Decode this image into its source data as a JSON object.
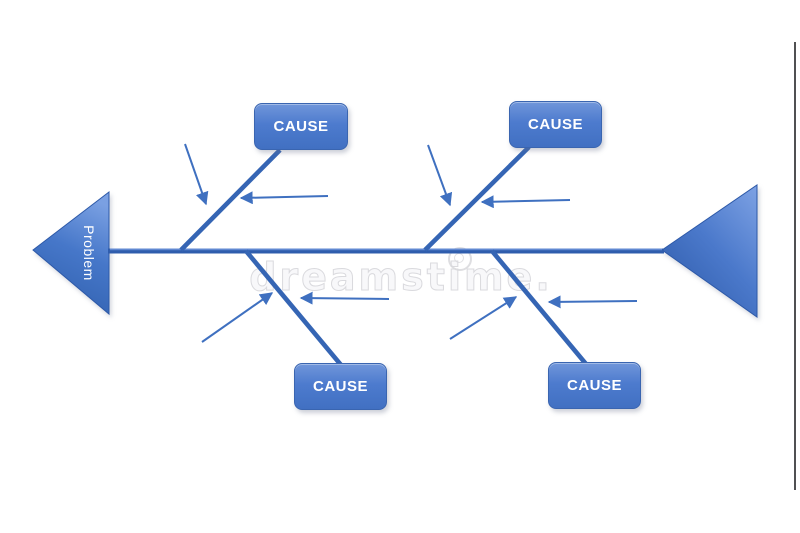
{
  "diagram": {
    "type": "fishbone-cause-effect-diagram",
    "problem": {
      "label": "Problem"
    },
    "causes": [
      {
        "position": "top-left",
        "label": "CAUSE"
      },
      {
        "position": "top-right",
        "label": "CAUSE"
      },
      {
        "position": "bottom-left",
        "label": "CAUSE"
      },
      {
        "position": "bottom-right",
        "label": "CAUSE"
      }
    ],
    "watermark": {
      "text": "dreamstime."
    },
    "colors": {
      "box_fill": "#4472c4",
      "box_fill_light": "#7096da",
      "box_border": "#3a65b0",
      "line": "#3565b4",
      "line_dark": "#2f5dad",
      "line_light": "#6088d2",
      "arrow": "#3f70c0",
      "triangle_light": "#7ea2e4",
      "triangle_dark": "#2f5cab",
      "label_text": "#ffffff",
      "watermark_gray": "#dcdcdc"
    }
  }
}
